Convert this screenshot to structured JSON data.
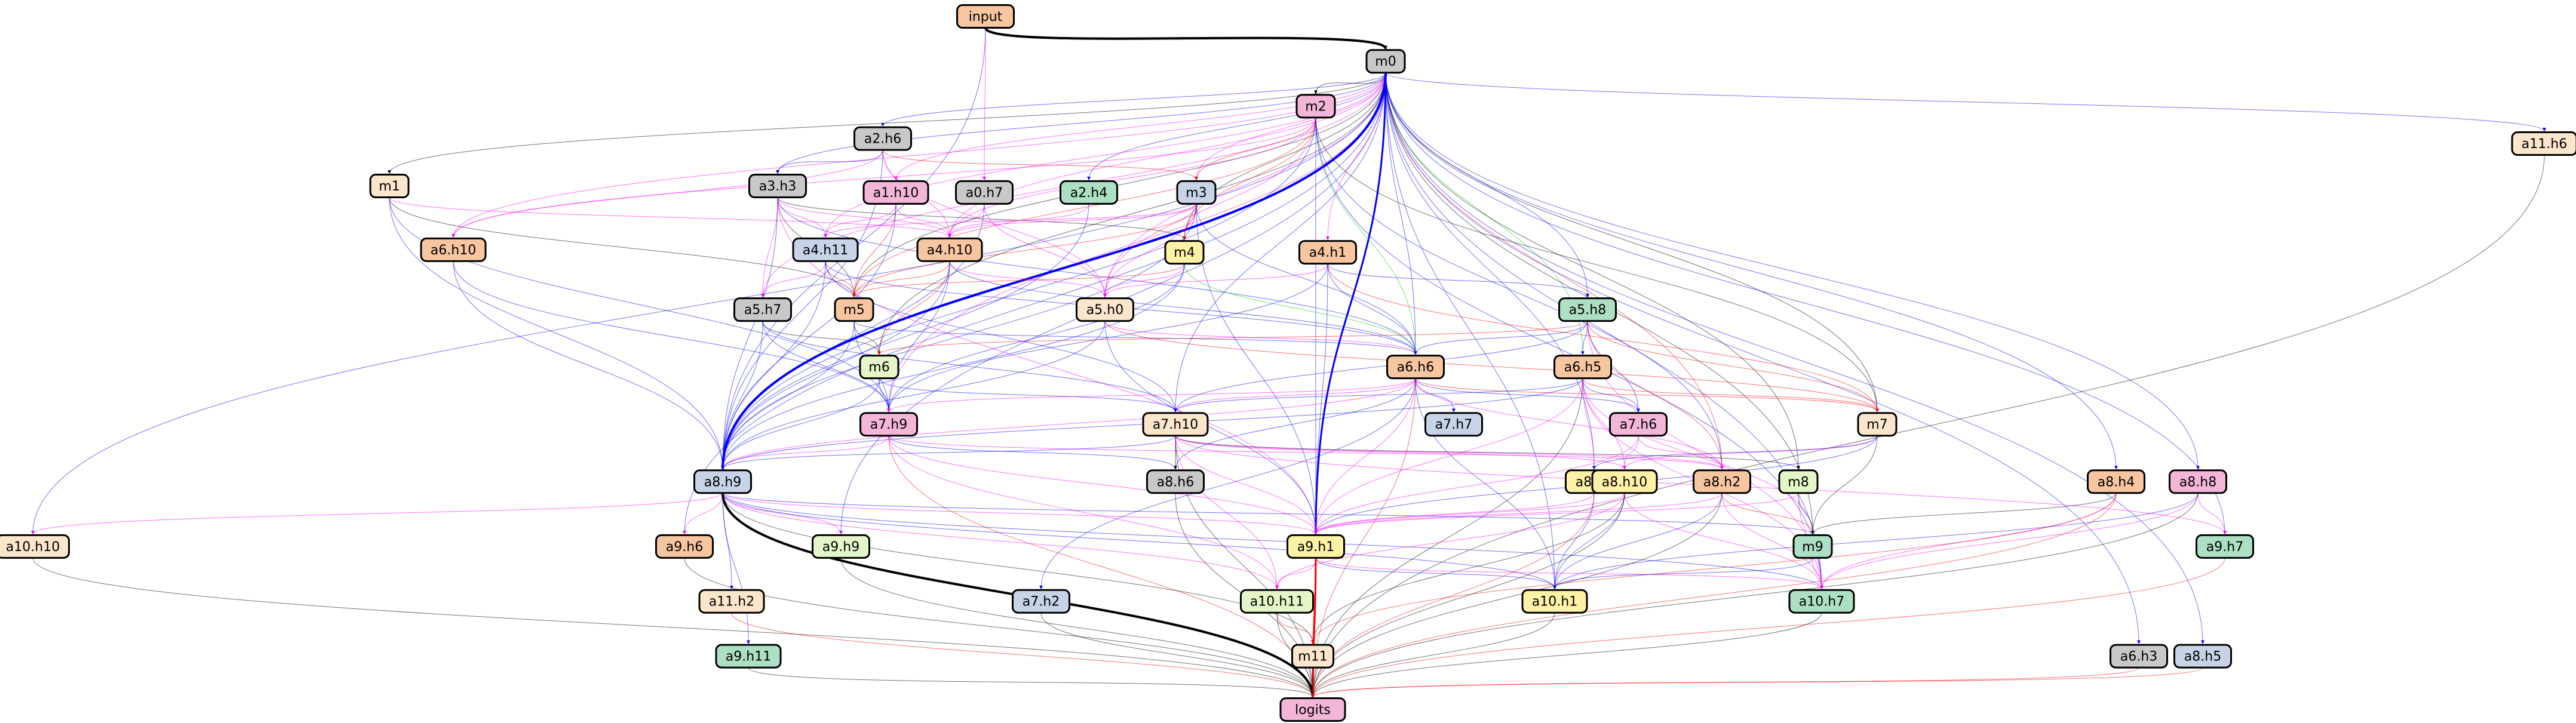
{
  "colors": {
    "orange": "#f7c59f",
    "gray": "#c8c8c8",
    "pink": "#f4b6d8",
    "blue": "#c7d3e6",
    "green": "#acdfc4",
    "yellow": "#fdf1a6",
    "cream": "#fbe6cc",
    "lightgreen": "#e3f6c8",
    "edge_blue": "#0000ff",
    "edge_magenta": "#ff00ff",
    "edge_red": "#ff0000",
    "edge_green": "#00cc00",
    "edge_black": "#000000"
  },
  "nodes": [
    {
      "id": "input",
      "label": "input",
      "color": "orange"
    },
    {
      "id": "m0",
      "label": "m0",
      "color": "gray"
    },
    {
      "id": "a2h6",
      "label": "a2.h6",
      "color": "gray"
    },
    {
      "id": "m2",
      "label": "m2",
      "color": "pink"
    },
    {
      "id": "a11h6",
      "label": "a11.h6",
      "color": "cream"
    },
    {
      "id": "m1",
      "label": "m1",
      "color": "cream"
    },
    {
      "id": "a3h3",
      "label": "a3.h3",
      "color": "gray"
    },
    {
      "id": "a1h10",
      "label": "a1.h10",
      "color": "pink"
    },
    {
      "id": "a0h7",
      "label": "a0.h7",
      "color": "gray"
    },
    {
      "id": "a2h4",
      "label": "a2.h4",
      "color": "green"
    },
    {
      "id": "m3",
      "label": "m3",
      "color": "blue"
    },
    {
      "id": "a6h10",
      "label": "a6.h10",
      "color": "orange"
    },
    {
      "id": "a4h11",
      "label": "a4.h11",
      "color": "blue"
    },
    {
      "id": "a4h10",
      "label": "a4.h10",
      "color": "orange"
    },
    {
      "id": "m4",
      "label": "m4",
      "color": "yellow"
    },
    {
      "id": "a4h1",
      "label": "a4.h1",
      "color": "orange"
    },
    {
      "id": "a5h7",
      "label": "a5.h7",
      "color": "gray"
    },
    {
      "id": "m5",
      "label": "m5",
      "color": "orange"
    },
    {
      "id": "a5h0",
      "label": "a5.h0",
      "color": "cream"
    },
    {
      "id": "a5h8",
      "label": "a5.h8",
      "color": "green"
    },
    {
      "id": "m6",
      "label": "m6",
      "color": "lightgreen"
    },
    {
      "id": "a6h6",
      "label": "a6.h6",
      "color": "orange"
    },
    {
      "id": "a6h5",
      "label": "a6.h5",
      "color": "orange"
    },
    {
      "id": "a7h9",
      "label": "a7.h9",
      "color": "pink"
    },
    {
      "id": "a7h10",
      "label": "a7.h10",
      "color": "cream"
    },
    {
      "id": "a7h7",
      "label": "a7.h7",
      "color": "blue"
    },
    {
      "id": "a7h6",
      "label": "a7.h6",
      "color": "pink"
    },
    {
      "id": "m7",
      "label": "m7",
      "color": "cream"
    },
    {
      "id": "a8h9",
      "label": "a8.h9",
      "color": "blue"
    },
    {
      "id": "a8h6",
      "label": "a8.h6",
      "color": "gray"
    },
    {
      "id": "a8h1",
      "label": "a8.h1",
      "color": "yellow"
    },
    {
      "id": "a8h10",
      "label": "a8.h10",
      "color": "yellow"
    },
    {
      "id": "a8h2",
      "label": "a8.h2",
      "color": "orange"
    },
    {
      "id": "m8",
      "label": "m8",
      "color": "lightgreen"
    },
    {
      "id": "a8h4",
      "label": "a8.h4",
      "color": "orange"
    },
    {
      "id": "a8h8",
      "label": "a8.h8",
      "color": "pink"
    },
    {
      "id": "a10h10",
      "label": "a10.h10",
      "color": "cream"
    },
    {
      "id": "a9h6",
      "label": "a9.h6",
      "color": "orange"
    },
    {
      "id": "a9h9",
      "label": "a9.h9",
      "color": "lightgreen"
    },
    {
      "id": "a9h1",
      "label": "a9.h1",
      "color": "yellow"
    },
    {
      "id": "m9",
      "label": "m9",
      "color": "green"
    },
    {
      "id": "a9h7",
      "label": "a9.h7",
      "color": "green"
    },
    {
      "id": "a7h2",
      "label": "a7.h2",
      "color": "blue"
    },
    {
      "id": "a11h2",
      "label": "a11.h2",
      "color": "cream"
    },
    {
      "id": "a10h11",
      "label": "a10.h11",
      "color": "lightgreen"
    },
    {
      "id": "a10h1",
      "label": "a10.h1",
      "color": "yellow"
    },
    {
      "id": "a10h7",
      "label": "a10.h7",
      "color": "green"
    },
    {
      "id": "a9h11",
      "label": "a9.h11",
      "color": "green"
    },
    {
      "id": "m11",
      "label": "m11",
      "color": "cream"
    },
    {
      "id": "a6h3",
      "label": "a6.h3",
      "color": "gray"
    },
    {
      "id": "a8h5",
      "label": "a8.h5",
      "color": "blue"
    },
    {
      "id": "logits",
      "label": "logits",
      "color": "pink"
    }
  ],
  "edges": [
    [
      "input",
      "m0",
      "black",
      4
    ],
    [
      "input",
      "a0h7",
      "magenta",
      1
    ],
    [
      "input",
      "a8h9",
      "blue",
      1
    ],
    [
      "m0",
      "a2h6",
      "blue",
      1
    ],
    [
      "m0",
      "m2",
      "black",
      1
    ],
    [
      "m0",
      "a11h6",
      "blue",
      1
    ],
    [
      "m0",
      "m1",
      "black",
      1
    ],
    [
      "m0",
      "a3h3",
      "blue",
      1
    ],
    [
      "m0",
      "a1h10",
      "magenta",
      1
    ],
    [
      "m0",
      "a2h4",
      "blue",
      1
    ],
    [
      "m0",
      "m3",
      "magenta",
      1
    ],
    [
      "m0",
      "a6h10",
      "magenta",
      1
    ],
    [
      "m0",
      "a4h11",
      "magenta",
      1
    ],
    [
      "m0",
      "a4h10",
      "magenta",
      1
    ],
    [
      "m0",
      "m4",
      "black",
      1
    ],
    [
      "m0",
      "a4h1",
      "magenta",
      1
    ],
    [
      "m0",
      "a5h7",
      "magenta",
      1
    ],
    [
      "m0",
      "m5",
      "black",
      1
    ],
    [
      "m0",
      "a5h0",
      "magenta",
      1
    ],
    [
      "m0",
      "a5h8",
      "blue",
      1
    ],
    [
      "m0",
      "m6",
      "black",
      1
    ],
    [
      "m0",
      "a6h6",
      "blue",
      1
    ],
    [
      "m0",
      "a6h5",
      "green",
      1
    ],
    [
      "m0",
      "a7h9",
      "magenta",
      1
    ],
    [
      "m0",
      "a7h10",
      "blue",
      1
    ],
    [
      "m0",
      "m7",
      "black",
      1
    ],
    [
      "m0",
      "a8h9",
      "blue",
      4
    ],
    [
      "m0",
      "a8h2",
      "red",
      1
    ],
    [
      "m0",
      "m8",
      "black",
      1
    ],
    [
      "m0",
      "a8h4",
      "blue",
      1
    ],
    [
      "m0",
      "a8h8",
      "blue",
      1
    ],
    [
      "m0",
      "a10h10",
      "blue",
      1
    ],
    [
      "m0",
      "a9h6",
      "blue",
      1
    ],
    [
      "m0",
      "a9h9",
      "blue",
      1
    ],
    [
      "m0",
      "a9h1",
      "blue",
      3
    ],
    [
      "m0",
      "m9",
      "black",
      1
    ],
    [
      "m0",
      "a9h7",
      "blue",
      1
    ],
    [
      "m0",
      "a10h1",
      "blue",
      1
    ],
    [
      "m0",
      "a10h7",
      "blue",
      1
    ],
    [
      "m0",
      "a6h3",
      "blue",
      1
    ],
    [
      "m0",
      "a8h5",
      "blue",
      1
    ],
    [
      "m0",
      "a8h1",
      "blue",
      1
    ],
    [
      "a2h6",
      "a3h3",
      "blue",
      1
    ],
    [
      "a2h6",
      "m3",
      "red",
      1
    ],
    [
      "a2h6",
      "a4h10",
      "magenta",
      1
    ],
    [
      "a2h6",
      "a5h0",
      "magenta",
      1
    ],
    [
      "a2h6",
      "a6h10",
      "magenta",
      1
    ],
    [
      "a2h6",
      "a8h9",
      "blue",
      1
    ],
    [
      "m2",
      "m3",
      "red",
      1
    ],
    [
      "m2",
      "a4h10",
      "magenta",
      1
    ],
    [
      "m2",
      "m4",
      "red",
      1
    ],
    [
      "m2",
      "m5",
      "red",
      1
    ],
    [
      "m2",
      "a6h6",
      "green",
      1
    ],
    [
      "m2",
      "a5h0",
      "magenta",
      1
    ],
    [
      "m2",
      "m7",
      "black",
      1
    ],
    [
      "m2",
      "a10h7",
      "blue",
      1
    ],
    [
      "m2",
      "a6h10",
      "magenta",
      1
    ],
    [
      "m2",
      "a8h9",
      "blue",
      1
    ],
    [
      "m2",
      "a8h2",
      "blue",
      1
    ],
    [
      "m2",
      "a9h1",
      "blue",
      1
    ],
    [
      "a11h6",
      "logits",
      "black",
      1
    ],
    [
      "m1",
      "a4h10",
      "magenta",
      1
    ],
    [
      "m1",
      "m5",
      "black",
      1
    ],
    [
      "m1",
      "a8h9",
      "blue",
      1
    ],
    [
      "m1",
      "a7h9",
      "blue",
      1
    ],
    [
      "a3h3",
      "a4h11",
      "magenta",
      1
    ],
    [
      "a3h3",
      "a4h10",
      "magenta",
      1
    ],
    [
      "a3h3",
      "m4",
      "black",
      1
    ],
    [
      "a3h3",
      "m5",
      "black",
      1
    ],
    [
      "a3h3",
      "a5h7",
      "magenta",
      1
    ],
    [
      "a3h3",
      "a8h9",
      "blue",
      1
    ],
    [
      "a3h3",
      "a9h1",
      "magenta",
      1
    ],
    [
      "a3h3",
      "a6h6",
      "blue",
      1
    ],
    [
      "a1h10",
      "a4h11",
      "magenta",
      1
    ],
    [
      "a1h10",
      "a4h10",
      "magenta",
      1
    ],
    [
      "a1h10",
      "m5",
      "red",
      1
    ],
    [
      "a1h10",
      "a8h9",
      "blue",
      1
    ],
    [
      "a0h7",
      "a4h10",
      "magenta",
      1
    ],
    [
      "a0h7",
      "a5h0",
      "magenta",
      1
    ],
    [
      "a0h7",
      "a8h9",
      "blue",
      1
    ],
    [
      "a2h4",
      "a4h10",
      "magenta",
      1
    ],
    [
      "a2h4",
      "a8h9",
      "blue",
      1
    ],
    [
      "m3",
      "m4",
      "red",
      1
    ],
    [
      "m3",
      "a4h11",
      "magenta",
      1
    ],
    [
      "m3",
      "a4h10",
      "magenta",
      1
    ],
    [
      "m3",
      "m5",
      "red",
      1
    ],
    [
      "m3",
      "a5h0",
      "magenta",
      1
    ],
    [
      "m3",
      "a6h6",
      "blue",
      1
    ],
    [
      "m3",
      "a8h9",
      "blue",
      1
    ],
    [
      "m3",
      "a9h1",
      "blue",
      1
    ],
    [
      "a6h10",
      "a8h9",
      "blue",
      1
    ],
    [
      "a6h10",
      "a7h9",
      "blue",
      1
    ],
    [
      "a4h11",
      "m5",
      "red",
      1
    ],
    [
      "a4h11",
      "a5h7",
      "magenta",
      1
    ],
    [
      "a4h11",
      "a6h6",
      "blue",
      1
    ],
    [
      "a4h11",
      "a8h9",
      "blue",
      1
    ],
    [
      "a4h11",
      "a7h10",
      "blue",
      1
    ],
    [
      "a4h10",
      "m5",
      "red",
      1
    ],
    [
      "a4h10",
      "m6",
      "red",
      1
    ],
    [
      "a4h10",
      "a5h0",
      "magenta",
      1
    ],
    [
      "a4h10",
      "a8h9",
      "blue",
      1
    ],
    [
      "a4h10",
      "a7h9",
      "blue",
      1
    ],
    [
      "a4h10",
      "a6h6",
      "blue",
      1
    ],
    [
      "m4",
      "a5h0",
      "magenta",
      1
    ],
    [
      "m4",
      "m5",
      "red",
      1
    ],
    [
      "m4",
      "a6h6",
      "green",
      1
    ],
    [
      "m4",
      "a8h9",
      "blue",
      1
    ],
    [
      "m4",
      "a7h9",
      "blue",
      1
    ],
    [
      "a4h1",
      "a5h0",
      "magenta",
      1
    ],
    [
      "a4h1",
      "a5h8",
      "blue",
      1
    ],
    [
      "a4h1",
      "a6h6",
      "blue",
      1
    ],
    [
      "a4h1",
      "m7",
      "red",
      1
    ],
    [
      "a4h1",
      "a7h9",
      "blue",
      1
    ],
    [
      "a4h1",
      "a9h1",
      "blue",
      1
    ],
    [
      "a5h7",
      "m6",
      "black",
      1
    ],
    [
      "a5h7",
      "a7h9",
      "blue",
      1
    ],
    [
      "a5h7",
      "a8h9",
      "blue",
      1
    ],
    [
      "a5h7",
      "a7h10",
      "blue",
      1
    ],
    [
      "m5",
      "m6",
      "black",
      1
    ],
    [
      "m5",
      "a7h9",
      "blue",
      1
    ],
    [
      "m5",
      "a8h9",
      "blue",
      1
    ],
    [
      "m5",
      "a6h6",
      "blue",
      1
    ],
    [
      "a5h0",
      "a6h6",
      "magenta",
      1
    ],
    [
      "a5h0",
      "a8h9",
      "blue",
      1
    ],
    [
      "a5h0",
      "m7",
      "red",
      1
    ],
    [
      "a5h0",
      "a9h1",
      "blue",
      1
    ],
    [
      "a5h8",
      "a6h6",
      "blue",
      1
    ],
    [
      "a5h8",
      "a6h5",
      "blue",
      1
    ],
    [
      "a5h8",
      "a7h6",
      "blue",
      1
    ],
    [
      "a5h8",
      "m7",
      "red",
      1
    ],
    [
      "a5h8",
      "m6",
      "red",
      1
    ],
    [
      "a5h8",
      "a8h2",
      "red",
      1
    ],
    [
      "a5h8",
      "a10h7",
      "magenta",
      1
    ],
    [
      "a5h8",
      "a7h10",
      "blue",
      1
    ],
    [
      "m6",
      "a7h9",
      "blue",
      1
    ],
    [
      "m6",
      "a7h10",
      "blue",
      1
    ],
    [
      "m6",
      "a8h9",
      "blue",
      1
    ],
    [
      "a6h6",
      "a7h9",
      "magenta",
      1
    ],
    [
      "a6h6",
      "a7h10",
      "magenta",
      1
    ],
    [
      "a6h6",
      "a7h7",
      "blue",
      1
    ],
    [
      "a6h6",
      "m7",
      "red",
      1
    ],
    [
      "a6h6",
      "a8h6",
      "blue",
      1
    ],
    [
      "a6h6",
      "a8h2",
      "magenta",
      1
    ],
    [
      "a6h6",
      "a9h1",
      "magenta",
      1
    ],
    [
      "a6h6",
      "a10h1",
      "blue",
      1
    ],
    [
      "a6h6",
      "logits",
      "red",
      1
    ],
    [
      "a6h6",
      "a7h2",
      "blue",
      1
    ],
    [
      "a6h6",
      "a8h9",
      "magenta",
      1
    ],
    [
      "a6h6",
      "a7h6",
      "blue",
      1
    ],
    [
      "a6h5",
      "m7",
      "red",
      1
    ],
    [
      "a6h5",
      "a7h6",
      "blue",
      1
    ],
    [
      "a6h5",
      "a8h9",
      "blue",
      1
    ],
    [
      "a6h5",
      "a8h10",
      "magenta",
      1
    ],
    [
      "a6h5",
      "a8h1",
      "magenta",
      1
    ],
    [
      "a6h5",
      "a9h1",
      "magenta",
      1
    ],
    [
      "a6h5",
      "a10h7",
      "magenta",
      1
    ],
    [
      "a6h5",
      "logits",
      "black",
      1
    ],
    [
      "a6h5",
      "a7h10",
      "blue",
      1
    ],
    [
      "a6h5",
      "m9",
      "magenta",
      1
    ],
    [
      "a7h9",
      "a8h9",
      "magenta",
      1
    ],
    [
      "a7h9",
      "a8h6",
      "blue",
      1
    ],
    [
      "a7h9",
      "a9h1",
      "magenta",
      1
    ],
    [
      "a7h9",
      "a8h2",
      "magenta",
      1
    ],
    [
      "a7h9",
      "logits",
      "red",
      1
    ],
    [
      "a7h9",
      "a10h11",
      "magenta",
      1
    ],
    [
      "a7h10",
      "a8h6",
      "black",
      1
    ],
    [
      "a7h10",
      "a8h9",
      "blue",
      1
    ],
    [
      "a7h10",
      "a9h1",
      "magenta",
      1
    ],
    [
      "a7h10",
      "a8h10",
      "magenta",
      1
    ],
    [
      "a7h10",
      "a8h2",
      "magenta",
      1
    ],
    [
      "a7h10",
      "m8",
      "black",
      1
    ],
    [
      "a7h10",
      "a10h11",
      "magenta",
      1
    ],
    [
      "a7h10",
      "logits",
      "black",
      1
    ],
    [
      "a7h10",
      "a9h7",
      "magenta",
      1
    ],
    [
      "a7h6",
      "a8h2",
      "magenta",
      1
    ],
    [
      "a7h6",
      "a8h10",
      "magenta",
      1
    ],
    [
      "a7h6",
      "a9h1",
      "magenta",
      1
    ],
    [
      "m7",
      "a8h1",
      "blue",
      1
    ],
    [
      "m7",
      "a8h10",
      "magenta",
      1
    ],
    [
      "m7",
      "m9",
      "black",
      1
    ],
    [
      "m7",
      "a9h1",
      "blue",
      1
    ],
    [
      "a8h9",
      "a9h6",
      "magenta",
      1
    ],
    [
      "a8h9",
      "a9h9",
      "magenta",
      1
    ],
    [
      "a8h9",
      "a9h1",
      "magenta",
      1
    ],
    [
      "a8h9",
      "a10h10",
      "magenta",
      1
    ],
    [
      "a8h9",
      "a11h2",
      "blue",
      1
    ],
    [
      "a8h9",
      "a9h11",
      "blue",
      1
    ],
    [
      "a8h9",
      "a10h11",
      "magenta",
      1
    ],
    [
      "a8h9",
      "a10h1",
      "blue",
      1
    ],
    [
      "a8h9",
      "m11",
      "black",
      1
    ],
    [
      "a8h9",
      "logits",
      "black",
      4
    ],
    [
      "a8h9",
      "a10h7",
      "blue",
      1
    ],
    [
      "a8h9",
      "m9",
      "blue",
      1
    ],
    [
      "a8h6",
      "logits",
      "black",
      1
    ],
    [
      "a8h1",
      "a10h1",
      "blue",
      1
    ],
    [
      "a8h1",
      "logits",
      "red",
      1
    ],
    [
      "a8h1",
      "a9h1",
      "magenta",
      1
    ],
    [
      "a8h10",
      "a9h1",
      "magenta",
      1
    ],
    [
      "a8h10",
      "a10h1",
      "blue",
      1
    ],
    [
      "a8h10",
      "a10h11",
      "magenta",
      1
    ],
    [
      "a8h10",
      "m11",
      "black",
      1
    ],
    [
      "a8h10",
      "logits",
      "black",
      1
    ],
    [
      "a8h10",
      "a10h7",
      "magenta",
      1
    ],
    [
      "a8h2",
      "m9",
      "red",
      1
    ],
    [
      "a8h2",
      "a9h1",
      "magenta",
      1
    ],
    [
      "a8h2",
      "a10h7",
      "magenta",
      1
    ],
    [
      "a8h2",
      "a10h1",
      "blue",
      1
    ],
    [
      "a8h2",
      "logits",
      "black",
      1
    ],
    [
      "m8",
      "m9",
      "black",
      1
    ],
    [
      "m8",
      "a9h1",
      "magenta",
      1
    ],
    [
      "m8",
      "a10h7",
      "magenta",
      1
    ],
    [
      "a8h4",
      "m9",
      "black",
      1
    ],
    [
      "a8h4",
      "a10h7",
      "magenta",
      1
    ],
    [
      "a8h4",
      "logits",
      "red",
      1
    ],
    [
      "a8h4",
      "m11",
      "red",
      1
    ],
    [
      "a8h8",
      "a9h7",
      "magenta",
      1
    ],
    [
      "a8h8",
      "a10h7",
      "magenta",
      1
    ],
    [
      "a8h8",
      "logits",
      "black",
      1
    ],
    [
      "a8h8",
      "a10h1",
      "blue",
      1
    ],
    [
      "a10h10",
      "logits",
      "black",
      1
    ],
    [
      "a9h6",
      "logits",
      "black",
      1
    ],
    [
      "a9h9",
      "logits",
      "black",
      1
    ],
    [
      "a9h1",
      "a10h11",
      "magenta",
      1
    ],
    [
      "a9h1",
      "a10h1",
      "blue",
      1
    ],
    [
      "a9h1",
      "m11",
      "red",
      1
    ],
    [
      "a9h1",
      "logits",
      "red",
      3
    ],
    [
      "a9h1",
      "a10h7",
      "magenta",
      1
    ],
    [
      "m9",
      "a10h1",
      "blue",
      1
    ],
    [
      "m9",
      "a10h7",
      "magenta",
      1
    ],
    [
      "a9h7",
      "logits",
      "red",
      1
    ],
    [
      "a7h2",
      "logits",
      "black",
      1
    ],
    [
      "a11h2",
      "logits",
      "red",
      1
    ],
    [
      "a10h11",
      "m11",
      "red",
      1
    ],
    [
      "a10h11",
      "logits",
      "black",
      1
    ],
    [
      "a10h1",
      "logits",
      "black",
      1
    ],
    [
      "a10h7",
      "logits",
      "black",
      1
    ],
    [
      "a9h11",
      "logits",
      "black",
      1
    ],
    [
      "m11",
      "logits",
      "black",
      1
    ],
    [
      "a6h3",
      "logits",
      "red",
      1
    ],
    [
      "a8h5",
      "logits",
      "red",
      1
    ]
  ]
}
